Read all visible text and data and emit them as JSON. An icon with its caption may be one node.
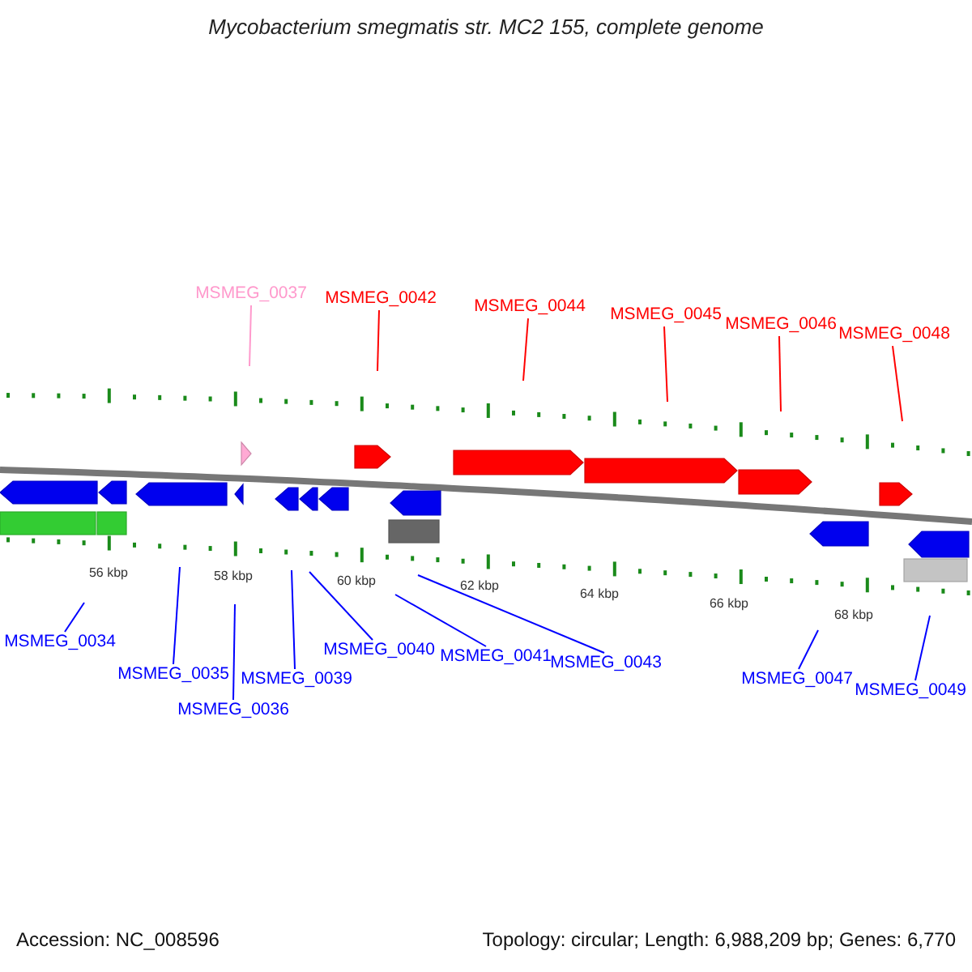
{
  "diagram": {
    "title": "Mycobacterium smegmatis str. MC2 155, complete genome",
    "nodes": [
      {
        "text": [
          "MSMEG_0037"
        ]
      },
      {
        "text": [
          "MSMEG_0042"
        ]
      },
      {
        "text": [
          "MSMEG_0044"
        ]
      },
      {
        "text": [
          "MSMEG_0045"
        ]
      },
      {
        "text": [
          "MSMEG_0046"
        ]
      },
      {
        "text": [
          "MSMEG_0048"
        ]
      },
      {
        "text": [
          "MSMEG_0034"
        ]
      },
      {
        "text": [
          "MSMEG_0035"
        ]
      },
      {
        "text": [
          "MSMEG_0036"
        ]
      },
      {
        "text": [
          "MSMEG_0039"
        ]
      },
      {
        "text": [
          "MSMEG_0040"
        ]
      },
      {
        "text": [
          "MSMEG_0041"
        ]
      },
      {
        "text": [
          "MSMEG_0043"
        ]
      },
      {
        "text": [
          "MSMEG_0047"
        ]
      },
      {
        "text": [
          "MSMEG_0049"
        ]
      }
    ],
    "edges": [
      {
        "from": 0,
        "to": null,
        "arrow": "none",
        "color": "#ff99cc"
      },
      {
        "from": 1,
        "to": null,
        "arrow": "none",
        "color": "#ff0000"
      },
      {
        "from": 2,
        "to": null,
        "arrow": "none",
        "color": "#ff0000"
      },
      {
        "from": 3,
        "to": null,
        "arrow": "none",
        "color": "#ff0000"
      },
      {
        "from": 4,
        "to": null,
        "arrow": "none",
        "color": "#ff0000"
      },
      {
        "from": 5,
        "to": null,
        "arrow": "none",
        "color": "#ff0000"
      },
      {
        "from": 6,
        "to": null,
        "arrow": "none"
      },
      {
        "from": 7,
        "to": null,
        "arrow": "none"
      },
      {
        "from": 8,
        "to": null,
        "arrow": "none"
      },
      {
        "from": 9,
        "to": null,
        "arrow": "none"
      },
      {
        "from": 10,
        "to": null,
        "arrow": "none"
      },
      {
        "from": 11,
        "to": null,
        "arrow": "none"
      },
      {
        "from": 12,
        "to": null,
        "arrow": "none"
      },
      {
        "from": 13,
        "to": null,
        "arrow": "none"
      },
      {
        "from": 14,
        "to": null,
        "arrow": "none"
      }
    ],
    "labels": [
      "56 kbp",
      "58 kbp",
      "60 kbp",
      "62 kbp",
      "64 kbp",
      "66 kbp",
      "68 kbp",
      "Accession: NC_008596",
      "Topology: circular; Length: 6,988,209 bp; Genes: 6,770"
    ]
  }
}
